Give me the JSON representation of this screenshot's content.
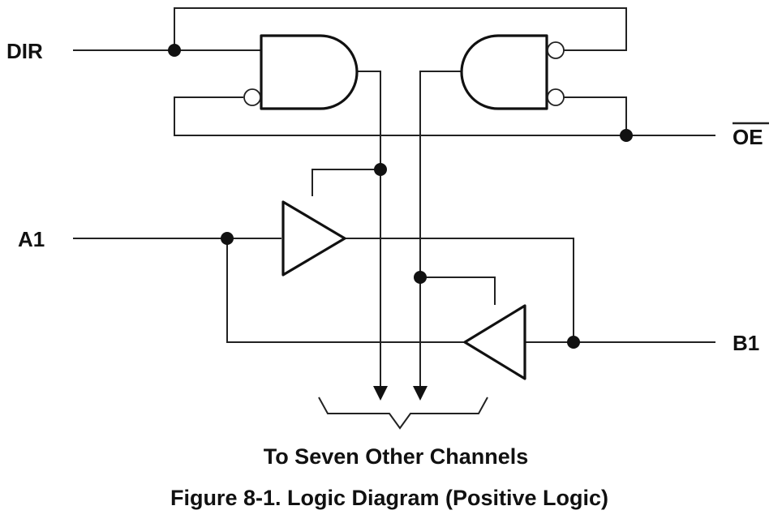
{
  "labels": {
    "dir": "DIR",
    "oe": "OE",
    "a1": "A1",
    "b1": "B1",
    "channels": "To Seven Other Channels"
  },
  "caption": "Figure 8-1. Logic Diagram (Positive Logic)"
}
